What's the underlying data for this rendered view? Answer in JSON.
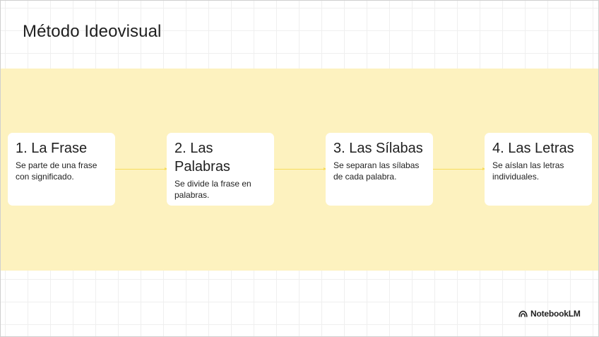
{
  "slide": {
    "title": "Método Ideovisual"
  },
  "steps": [
    {
      "title": "1. La Frase",
      "description": "Se parte de una frase con significado."
    },
    {
      "title": "2. Las Palabras",
      "description": "Se divide la frase en palabras."
    },
    {
      "title": "3. Las Sílabas",
      "description": "Se separan las sílabas de cada palabra."
    },
    {
      "title": "4. Las Letras",
      "description": "Se aíslan las letras individuales."
    }
  ],
  "brand": {
    "name": "NotebookLM",
    "icon": "notebooklm-logo-icon"
  },
  "colors": {
    "band": "#fdf2bf",
    "connector": "#f6dc5c",
    "card": "#ffffff",
    "text": "#1f1f1f"
  }
}
